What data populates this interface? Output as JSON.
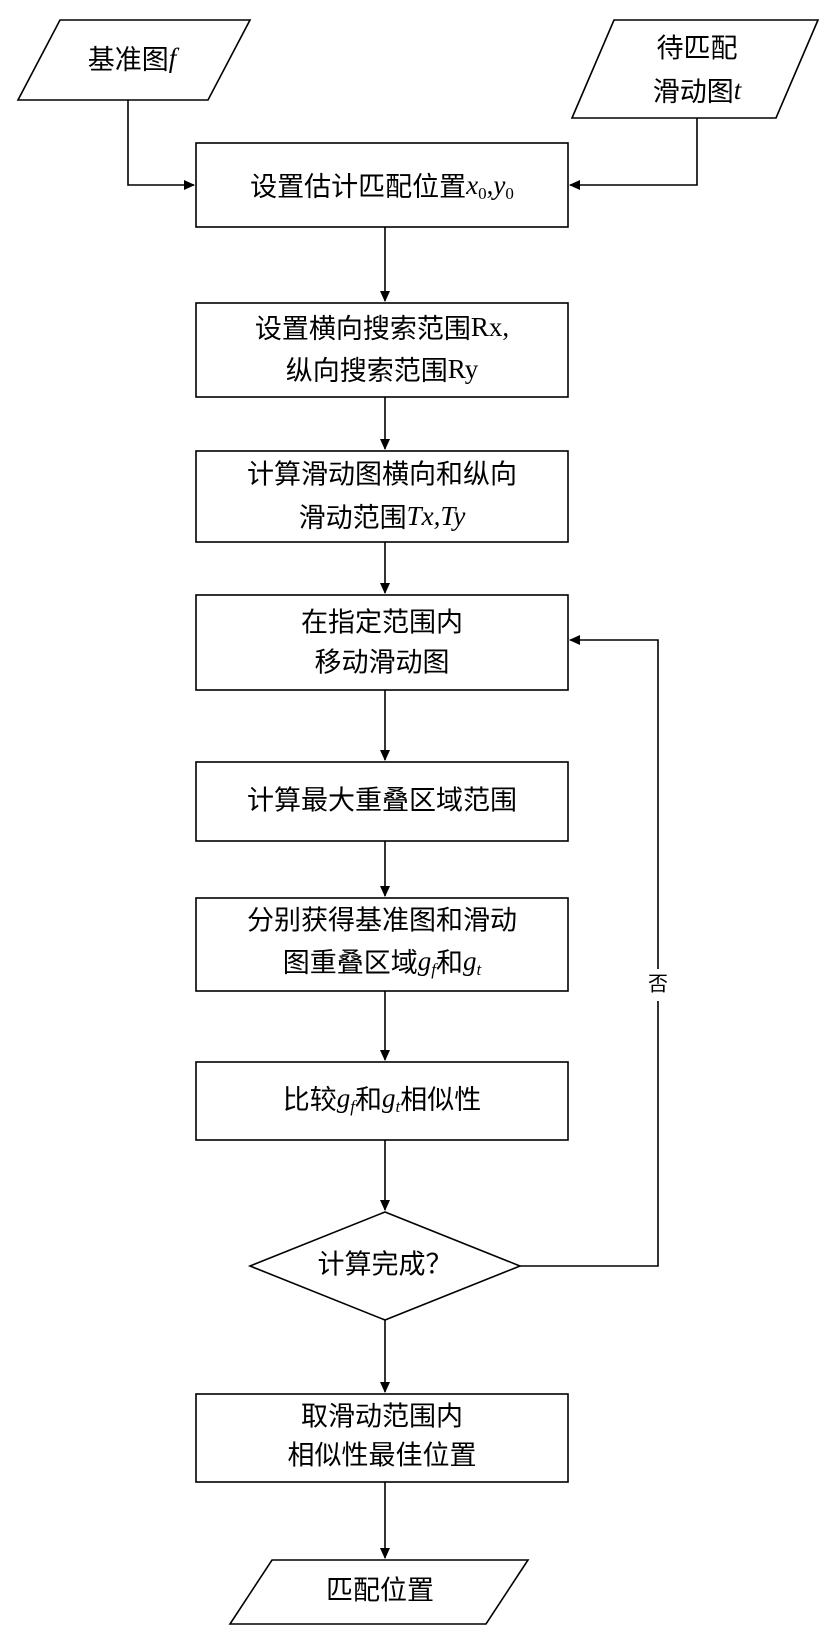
{
  "inputs": {
    "base_image": {
      "label": "基准图",
      "var": "f"
    },
    "slide_image": {
      "line1": "待匹配",
      "line2": "滑动图",
      "var": "t"
    }
  },
  "steps": {
    "set_position": {
      "label": "设置估计匹配位置",
      "x": "x",
      "x_sub": "0",
      "sep": ",",
      "y": "y",
      "y_sub": "0"
    },
    "set_range": {
      "line1_a": "设置横向搜索范围",
      "line1_b": "Rx,",
      "line2_a": "纵向搜索范围",
      "line2_b": "Ry"
    },
    "calc_slide": {
      "line1": "计算滑动图横向和纵向",
      "line2_a": "滑动范围",
      "line2_b": "Tx,Ty"
    },
    "move": {
      "line1": "在指定范围内",
      "line2": "移动滑动图"
    },
    "max_overlap": {
      "label": "计算最大重叠区域范围"
    },
    "get_overlap": {
      "line1": "分别获得基准图和滑动",
      "line2_a": "图重叠区域",
      "g1": "g",
      "g1_sub": "f",
      "and": "和",
      "g2": "g",
      "g2_sub": "t"
    },
    "compare": {
      "pre": "比较",
      "g1": "g",
      "g1_sub": "f",
      "and": "和",
      "g2": "g",
      "g2_sub": "t",
      "post": "相似性"
    },
    "decision": {
      "label": "计算完成？",
      "no_label": "否"
    },
    "best": {
      "line1": "取滑动范围内",
      "line2": "相似性最佳位置"
    }
  },
  "output": {
    "label": "匹配位置"
  }
}
